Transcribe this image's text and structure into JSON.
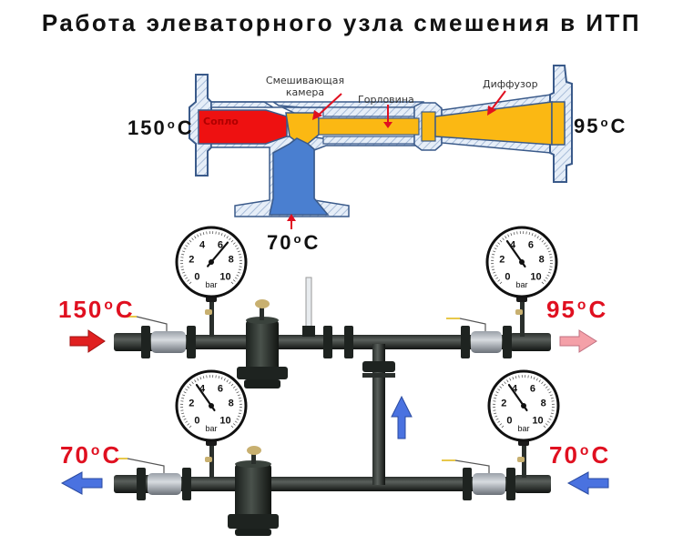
{
  "title": "Работа элеваторного узла смешения в ИТП",
  "elevator_section": {
    "labels": {
      "nozzle": "Сопло",
      "mixing_chamber_line1": "Смешивающая",
      "mixing_chamber_line2": "камера",
      "throat": "Горловина",
      "diffuser": "Диффузор"
    },
    "temps": {
      "inlet": "150",
      "outlet": "95",
      "return": "70",
      "unit": "C",
      "degree": "o"
    },
    "colors": {
      "nozzle": "#ee1111",
      "mix": "#fbb813",
      "return": "#4a7fd0",
      "body_outline": "#3a5a8a",
      "arrow": "#e01020"
    }
  },
  "piping_section": {
    "supply_in": {
      "temp": "150",
      "unit": "C",
      "degree": "o",
      "arrow_color": "#e02020"
    },
    "supply_out": {
      "temp": "95",
      "unit": "C",
      "degree": "o",
      "arrow_color": "#f4a0a8"
    },
    "return_out": {
      "temp": "70",
      "unit": "C",
      "degree": "o",
      "arrow_color": "#4a72e0"
    },
    "return_in": {
      "temp": "70",
      "unit": "C",
      "degree": "o",
      "arrow_color": "#4a72e0"
    },
    "bypass_arrow_color": "#4a72e0",
    "gauges": [
      {
        "id": "supply-in",
        "unit": "bar",
        "ticks": [
          "0",
          "2",
          "4",
          "6",
          "8",
          "10"
        ],
        "needle_angle": 40
      },
      {
        "id": "supply-out",
        "unit": "bar",
        "ticks": [
          "0",
          "2",
          "4",
          "6",
          "8",
          "10"
        ],
        "needle_angle": -35
      },
      {
        "id": "return-out",
        "unit": "bar",
        "ticks": [
          "0",
          "2",
          "4",
          "6",
          "8",
          "10"
        ],
        "needle_angle": -35
      },
      {
        "id": "return-in",
        "unit": "bar",
        "ticks": [
          "0",
          "2",
          "4",
          "6",
          "8",
          "10"
        ],
        "needle_angle": -35
      }
    ]
  }
}
